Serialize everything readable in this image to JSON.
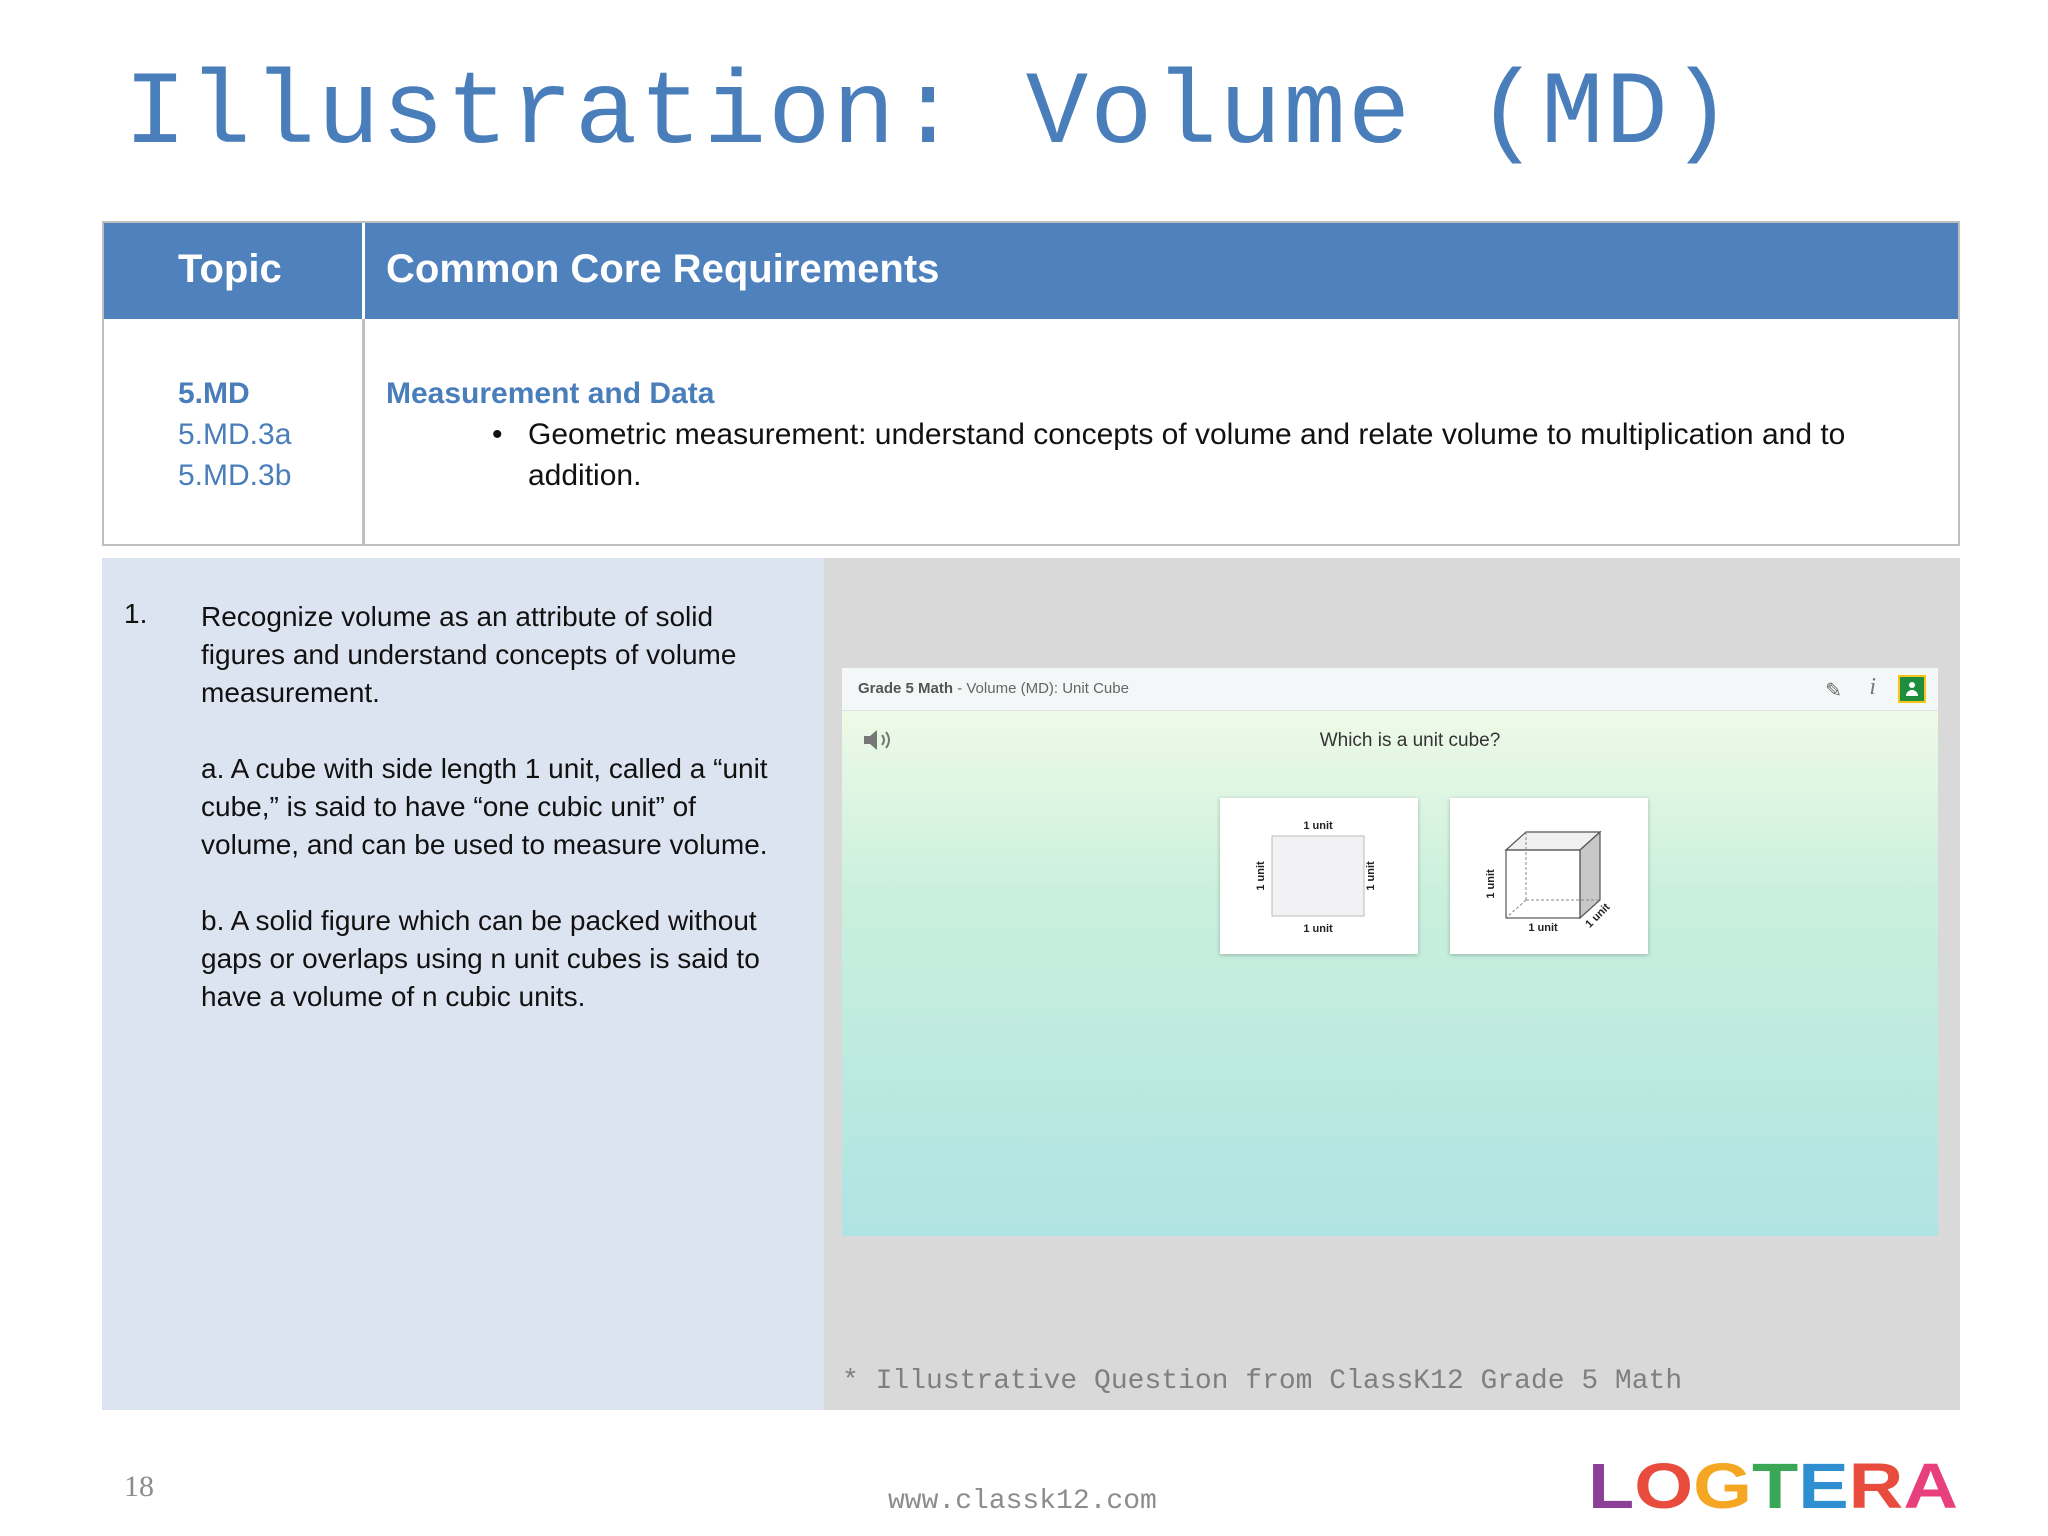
{
  "slide": {
    "title": "Illustration: Volume (MD)",
    "page_number": "18",
    "footer_url": "www.classk12.com",
    "logo_text": "LOGTERA"
  },
  "table": {
    "header_topic": "Topic",
    "header_requirements": "Common Core Requirements",
    "codes": [
      "5.MD",
      "5.MD.3a",
      "5.MD.3b"
    ],
    "requirement_heading": "Measurement and Data",
    "requirement_bullet": "Geometric measurement: understand concepts of volume and relate volume to multiplication and to addition."
  },
  "standard": {
    "number": "1.",
    "statement": "Recognize volume as an attribute of solid figures and understand concepts of volume measurement.",
    "part_a": "a. A cube with side length 1 unit, called a “unit cube,” is said to have “one cubic unit” of volume, and can be used to measure volume.",
    "part_b": "b. A solid figure which can be packed without gaps or overlaps using n unit cubes is said to have a volume of n cubic units."
  },
  "app": {
    "breadcrumb_course": "Grade 5 Math",
    "breadcrumb_separator": " - ",
    "breadcrumb_lesson": "Volume (MD): Unit Cube",
    "question": "Which is a unit cube?",
    "unit_label": "1 unit",
    "header_icons": [
      "pencil-icon",
      "info-icon",
      "classroom-icon"
    ]
  },
  "source_note": "* Illustrative Question from ClassK12 Grade 5 Math",
  "colors": {
    "title_blue": "#4a7ebb",
    "header_blue": "#4f81bd",
    "left_panel": "#dde4f1",
    "right_panel": "#d9d9d9"
  }
}
